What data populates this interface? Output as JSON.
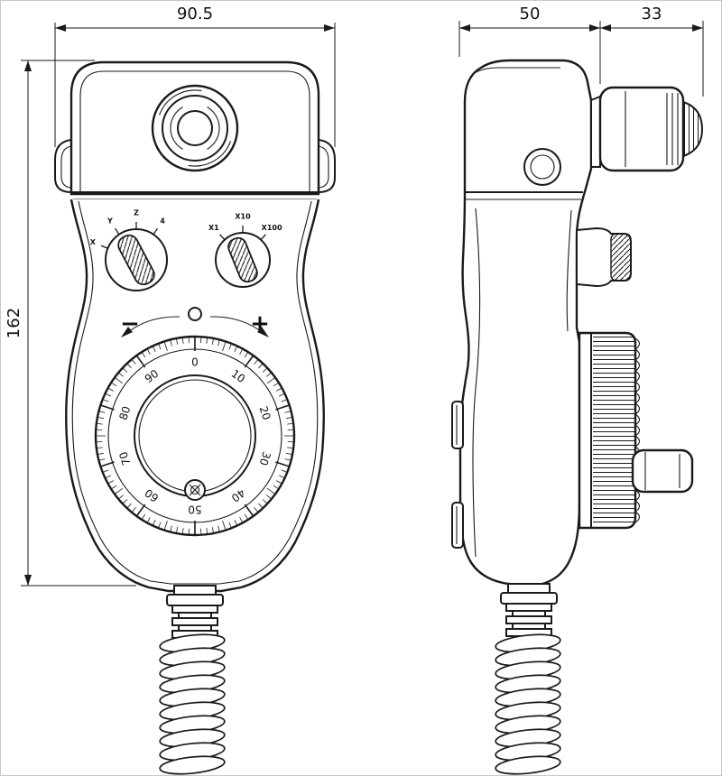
{
  "dimensions": {
    "front_width": "90.5",
    "front_height": "162",
    "side_body_depth": "50",
    "side_connector_depth": "33"
  },
  "front_view": {
    "axis_selector_labels": [
      "X",
      "Y",
      "Z",
      "4"
    ],
    "multiplier_labels": [
      "X1",
      "X10",
      "X100"
    ],
    "handwheel": {
      "minus_label": "−",
      "plus_label": "+",
      "dial_numbers": [
        "0",
        "10",
        "20",
        "30",
        "40",
        "50",
        "60",
        "70",
        "80",
        "90"
      ]
    }
  }
}
